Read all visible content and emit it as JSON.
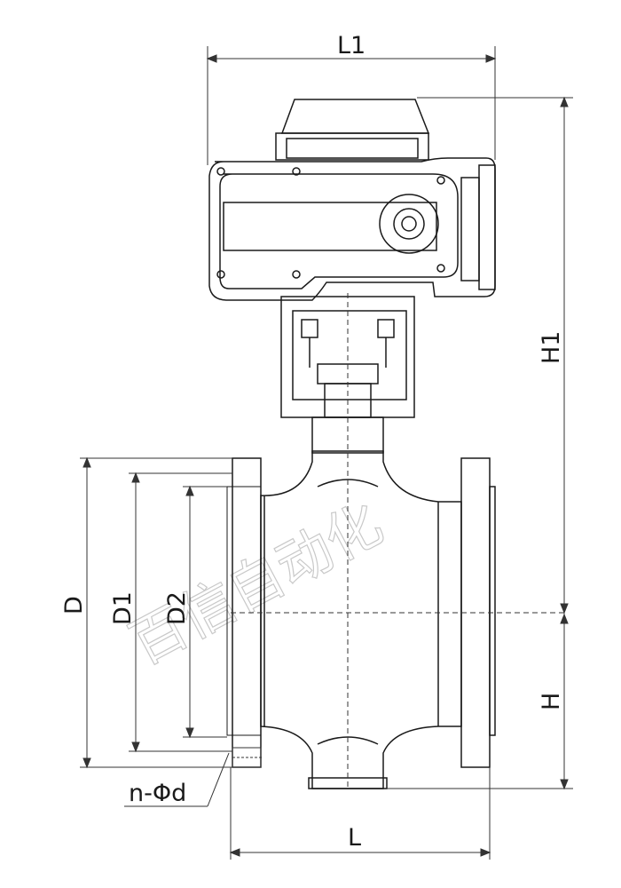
{
  "drawing": {
    "subject": "electric actuated flanged ball valve",
    "dimension_labels": {
      "L1": "L1",
      "H1": "H1",
      "H": "H",
      "L": "L",
      "D": "D",
      "D1": "D1",
      "D2": "D2",
      "holes": "n-Φd"
    },
    "watermark": "百信自动化",
    "colors": {
      "line": "#1a1a1a",
      "dim": "#333333",
      "watermark": "#c9c9c9"
    }
  }
}
